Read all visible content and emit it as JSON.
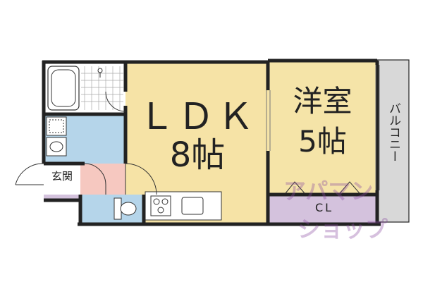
{
  "floorplan": {
    "ldk": {
      "name": "ＬＤＫ",
      "size": "8帖"
    },
    "western_room": {
      "name": "洋室",
      "size": "5帖"
    },
    "entrance": {
      "name": "玄関"
    },
    "closet": {
      "name": "CL"
    },
    "balcony": {
      "name": "バルコニー"
    }
  },
  "colors": {
    "ldk_floor": "#f6e3a6",
    "room_floor": "#f5e4a8",
    "bath_floor": "#ffffff",
    "wash_floor": "#b5d5ea",
    "toilet_floor": "#b5d5ea",
    "hall_floor": "#f6c8c0",
    "closet_floor": "#d4c2dd",
    "balcony_floor": "#d8d8d8",
    "wall": "#222222",
    "watermark": "#8a4aa0"
  },
  "watermark": {
    "line1": "アパマン",
    "line2": "ショップ"
  }
}
